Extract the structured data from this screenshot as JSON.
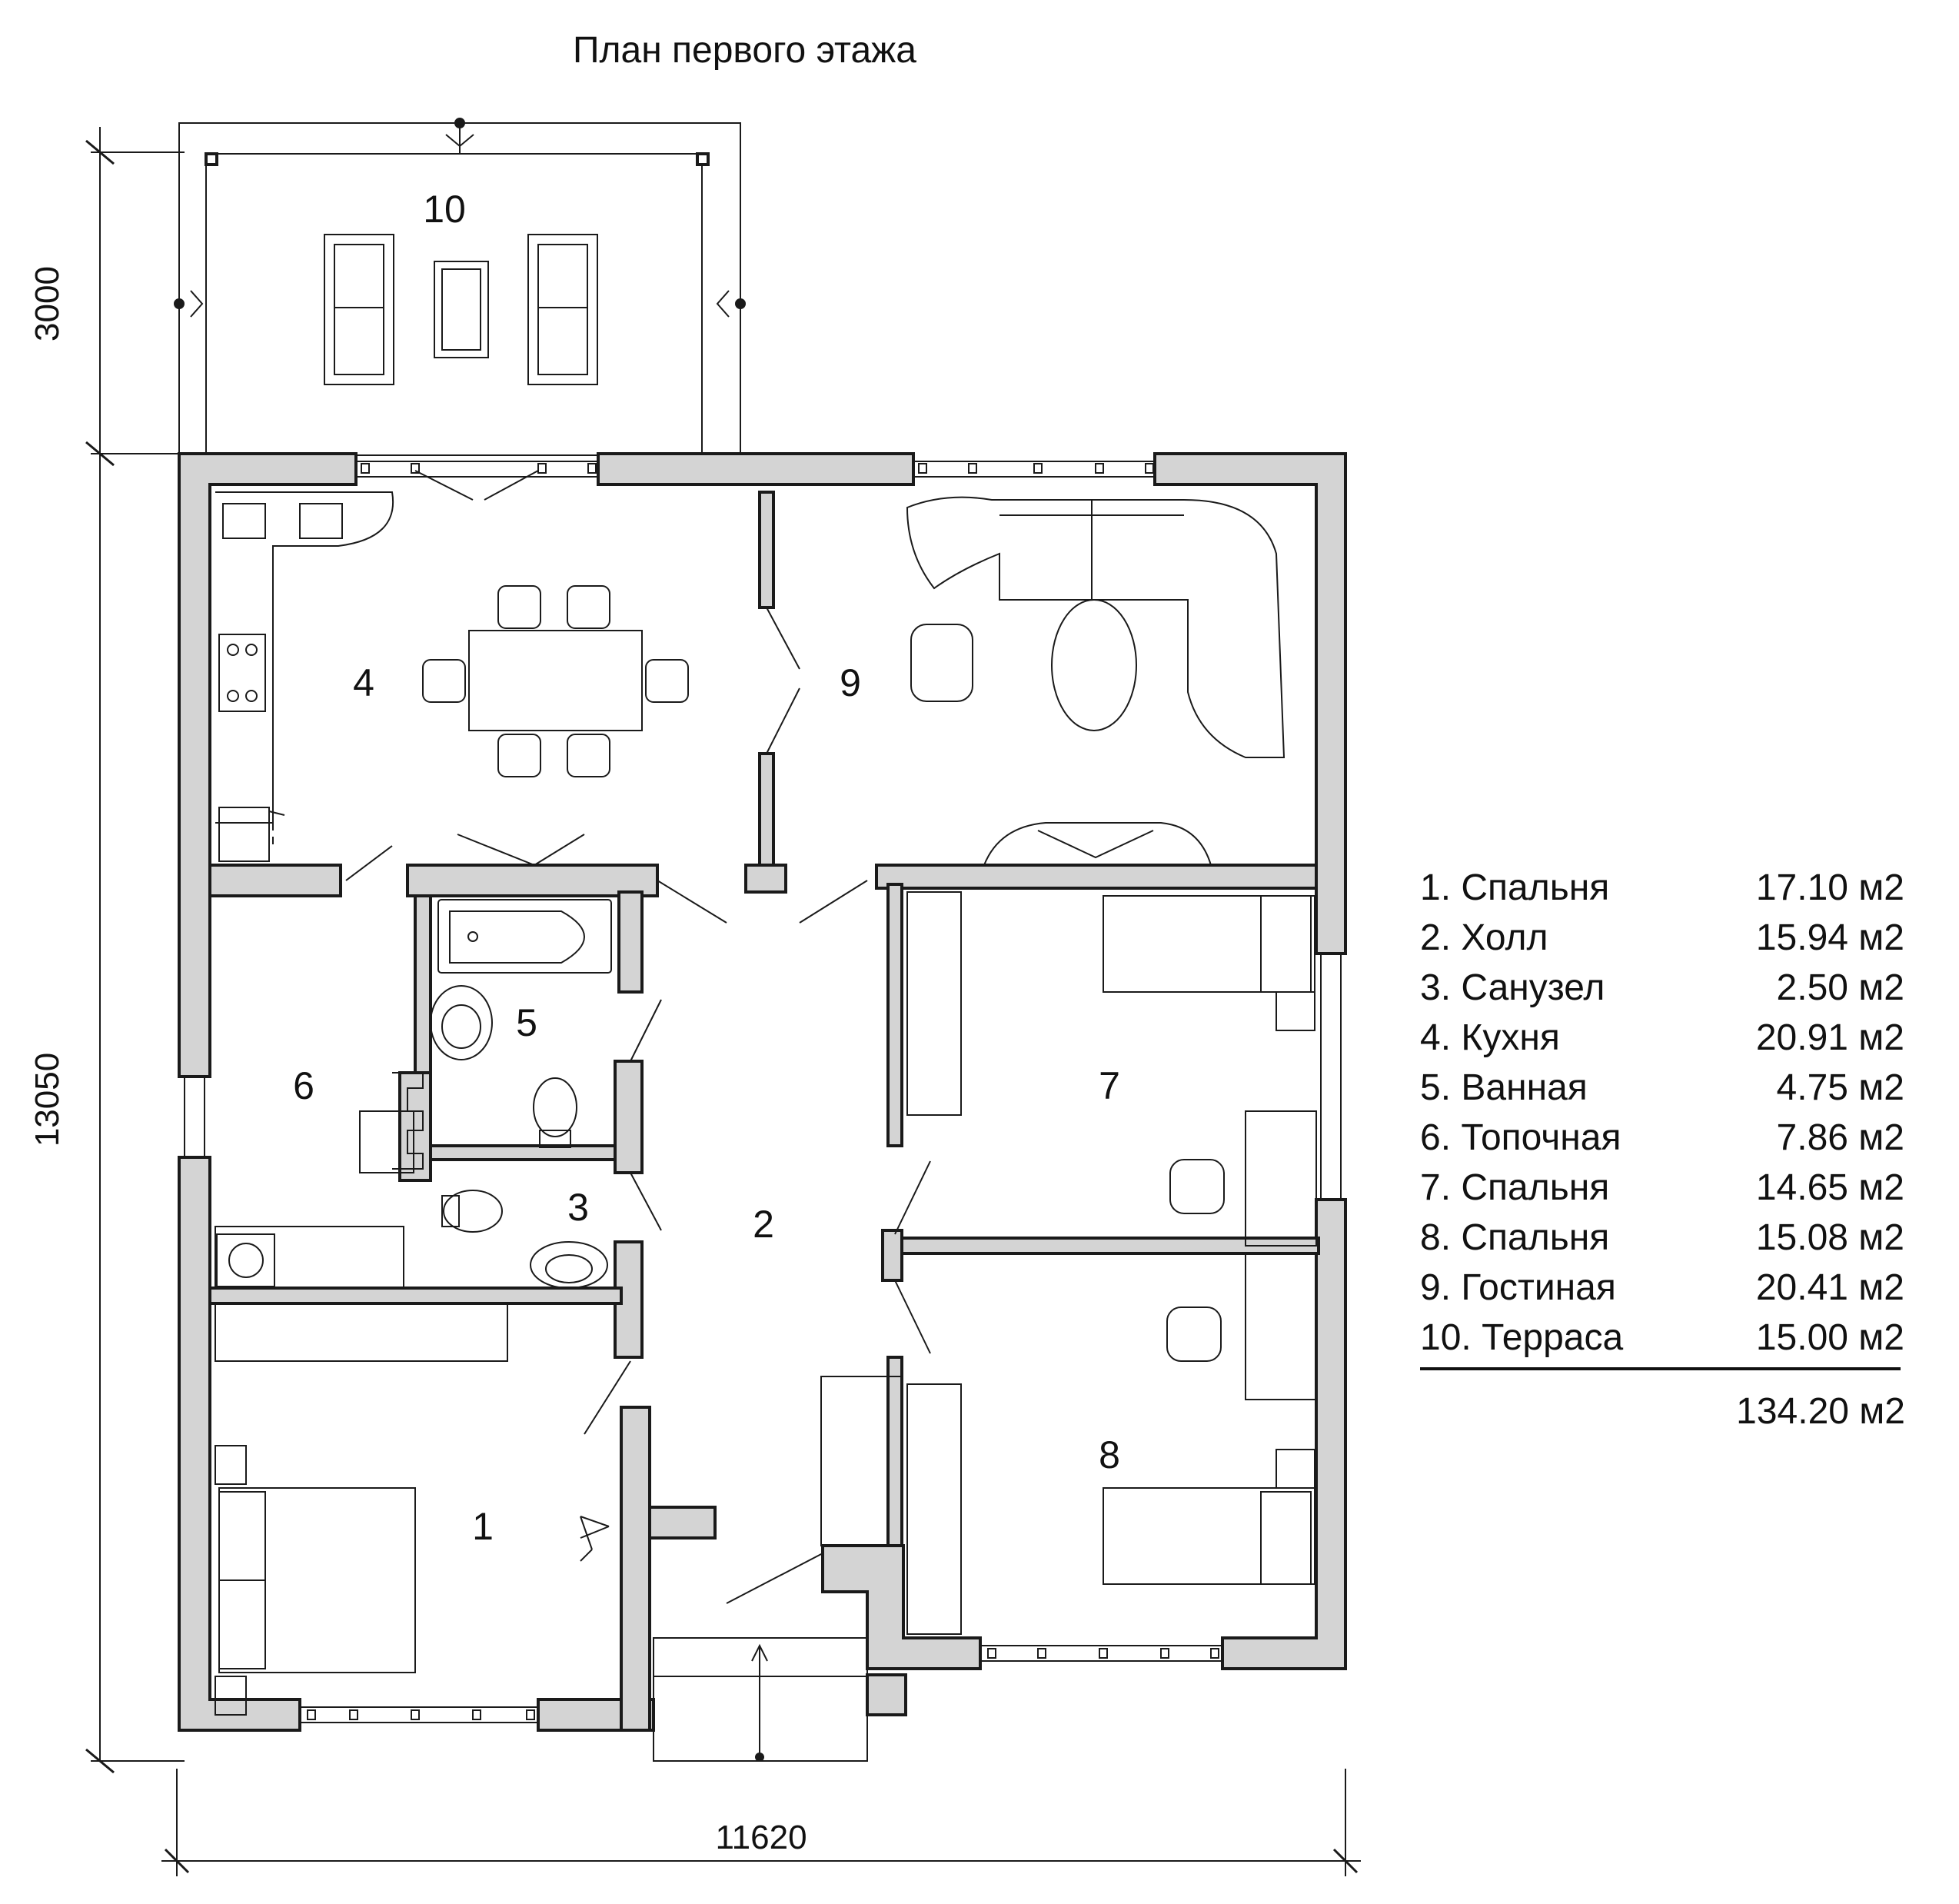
{
  "title": "План первого этажа",
  "dimensions": {
    "terrace_depth": "3000",
    "house_depth": "13050",
    "house_width": "11620"
  },
  "room_numbers": [
    "1",
    "2",
    "3",
    "4",
    "5",
    "6",
    "7",
    "8",
    "9",
    "10"
  ],
  "legend": [
    {
      "name": "1. Спальня",
      "area": "17.10 м2"
    },
    {
      "name": "2. Холл",
      "area": "15.94 м2"
    },
    {
      "name": "3. Санузел",
      "area": "2.50 м2"
    },
    {
      "name": "4. Кухня",
      "area": "20.91 м2"
    },
    {
      "name": "5. Ванная",
      "area": "4.75 м2"
    },
    {
      "name": "6. Топочная",
      "area": "7.86 м2"
    },
    {
      "name": "7. Спальня",
      "area": "14.65 м2"
    },
    {
      "name": "8. Спальня",
      "area": "15.08 м2"
    },
    {
      "name": "9. Гостиная",
      "area": "20.41 м2"
    },
    {
      "name": "10. Терраса",
      "area": "15.00 м2"
    }
  ],
  "total_area": "134.20 м2",
  "colors": {
    "wall_fill": "#d4d4d4",
    "line": "#1a1a1a",
    "background": "#ffffff"
  }
}
